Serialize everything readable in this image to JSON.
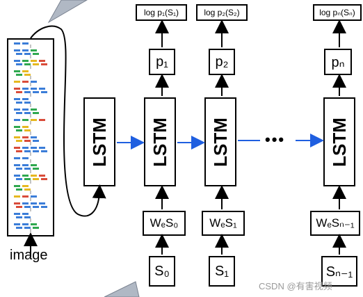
{
  "lstm_label": "LSTM",
  "columns": [
    {
      "log": "log p₁(S₁)",
      "p": "p₁",
      "w": "WₑS₀",
      "s": "S₀"
    },
    {
      "log": "log p₂(S₂)",
      "p": "p₂",
      "w": "WₑS₁",
      "s": "S₁"
    },
    {
      "log": "log pₙ(Sₙ)",
      "p": "pₙ",
      "w": "WₑSₙ₋₁",
      "s": "Sₙ₋₁"
    }
  ],
  "ellipsis": "•••",
  "image_label": "image",
  "watermark": "CSDN @有害视频",
  "colors": {
    "arrow_blue": "#1f5fe0",
    "line": "#000000"
  }
}
